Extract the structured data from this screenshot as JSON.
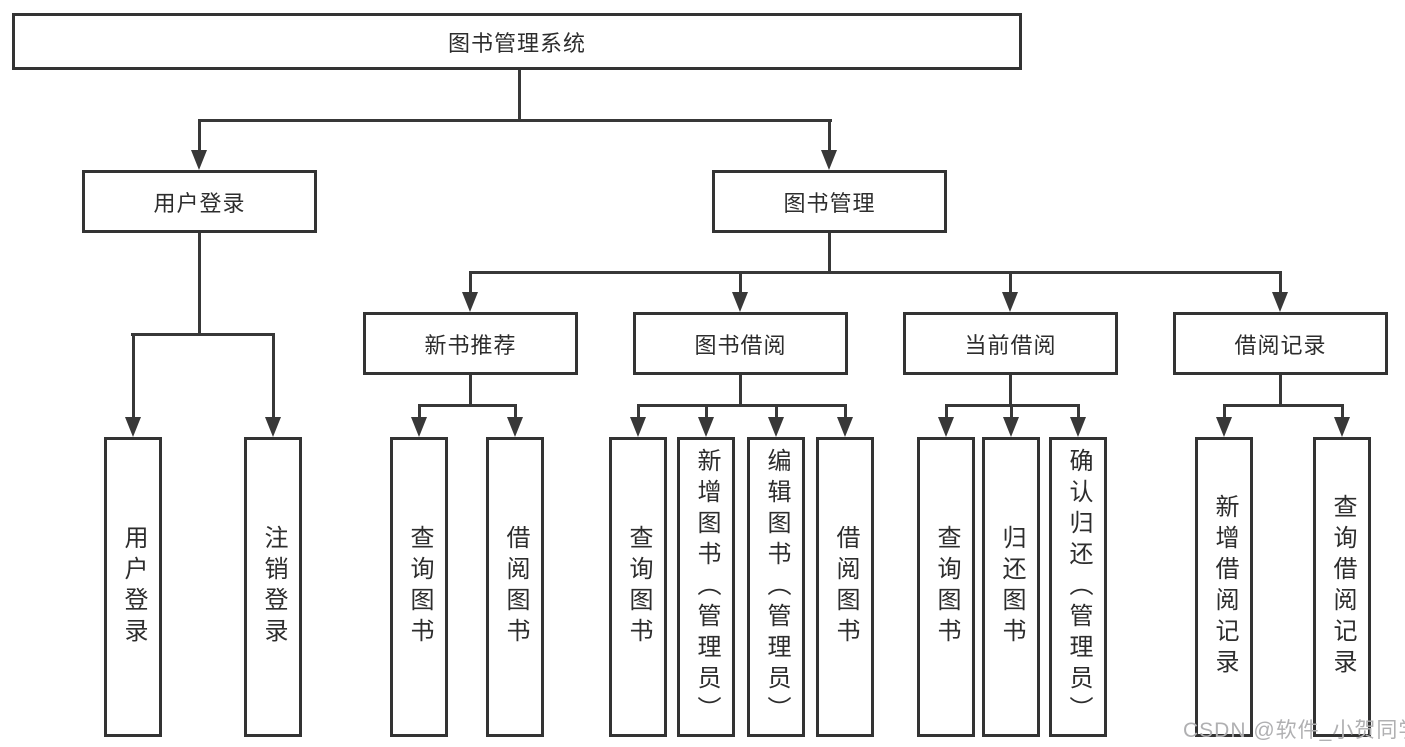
{
  "diagram": {
    "title": "图书管理系统",
    "root": {
      "label": "图书管理系统"
    },
    "level2": [
      {
        "label": "用户登录"
      },
      {
        "label": "图书管理"
      }
    ],
    "level3": [
      {
        "label": "新书推荐",
        "parent": "图书管理"
      },
      {
        "label": "图书借阅",
        "parent": "图书管理"
      },
      {
        "label": "当前借阅",
        "parent": "图书管理"
      },
      {
        "label": "借阅记录",
        "parent": "图书管理"
      }
    ],
    "leaves": [
      {
        "label": "用户登录",
        "parent": "用户登录"
      },
      {
        "label": "注销登录",
        "parent": "用户登录"
      },
      {
        "label": "查询图书",
        "parent": "新书推荐"
      },
      {
        "label": "借阅图书",
        "parent": "新书推荐"
      },
      {
        "label": "查询图书",
        "parent": "图书借阅"
      },
      {
        "label": "新增图书（管理员）",
        "parent": "图书借阅"
      },
      {
        "label": "编辑图书（管理员）",
        "parent": "图书借阅"
      },
      {
        "label": "借阅图书",
        "parent": "图书借阅"
      },
      {
        "label": "查询图书",
        "parent": "当前借阅"
      },
      {
        "label": "归还图书",
        "parent": "当前借阅"
      },
      {
        "label": "确认归还（管理员）",
        "parent": "当前借阅"
      },
      {
        "label": "新增借阅记录",
        "parent": "借阅记录"
      },
      {
        "label": "查询借阅记录",
        "parent": "借阅记录"
      }
    ]
  },
  "watermark": {
    "text": "CSDN @软件_小贺同学"
  },
  "colors": {
    "line": "#383838",
    "box_border": "#333333",
    "text": "#2d2d2d",
    "watermark": "#b0b0b2",
    "background": "#ffffff"
  }
}
